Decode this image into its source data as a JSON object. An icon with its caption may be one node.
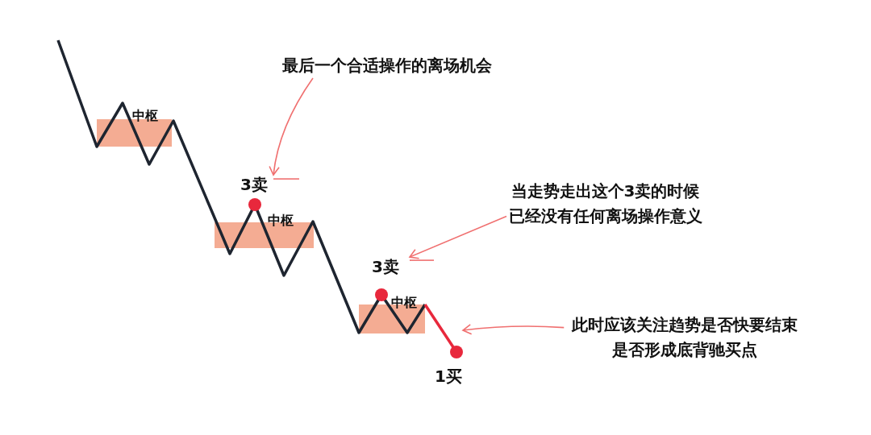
{
  "diagram": {
    "nodes": [
      {
        "text": [
          "中枢"
        ]
      },
      {
        "text": [
          "中枢"
        ]
      },
      {
        "text": [
          "中枢"
        ]
      },
      {
        "text": [
          "最后一个合适操作的离场机会"
        ]
      },
      {
        "text": [
          "3卖"
        ]
      },
      {
        "text": [
          "当走势走出这个3卖的时候已经没有任何离场操作意义"
        ]
      },
      {
        "text": [
          "3卖"
        ]
      },
      {
        "text": [
          "此时应该关注趋势是否快要结束是否形成底背驰买点"
        ]
      }
    ],
    "edges": [
      {
        "from": 3,
        "to": 4,
        "arrow": "to"
      },
      {
        "from": 5,
        "to": 6,
        "arrow": "to"
      },
      {
        "from": 7,
        "to": null,
        "arrow": "to"
      }
    ],
    "labels": [
      "1买"
    ]
  }
}
